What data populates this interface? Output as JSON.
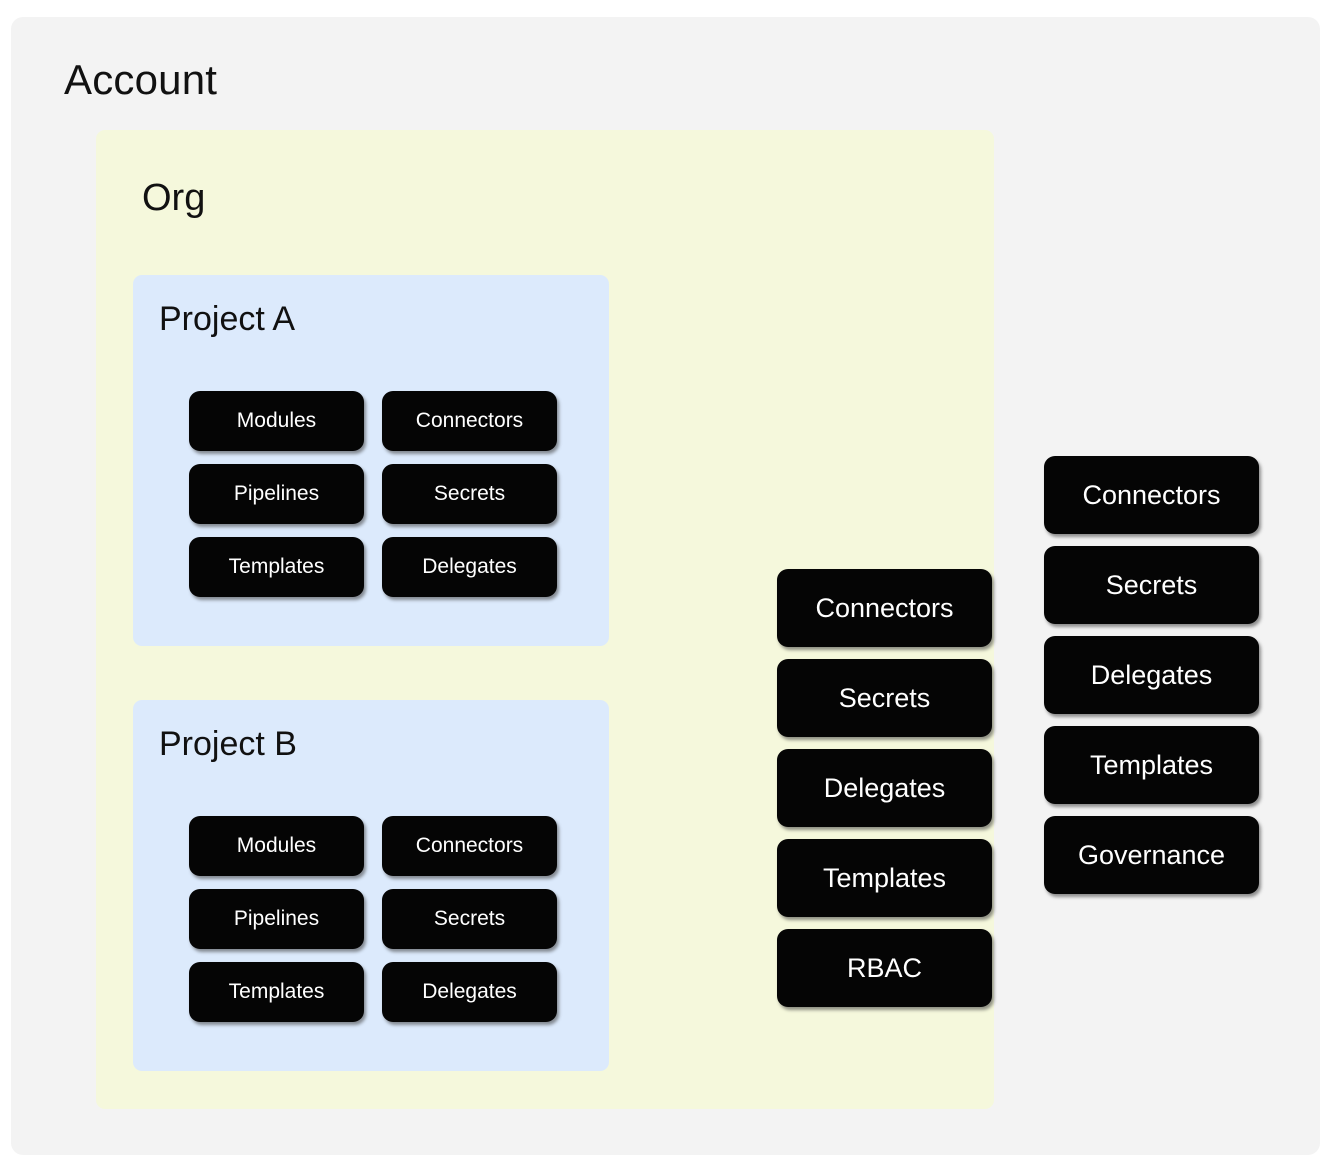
{
  "canvas": {
    "background_color": "#f3f3f3",
    "page_background_color": "#ffffff"
  },
  "account": {
    "title": "Account",
    "scope_resources": [
      {
        "label": "Connectors"
      },
      {
        "label": "Secrets"
      },
      {
        "label": "Delegates"
      },
      {
        "label": "Templates"
      },
      {
        "label": "Governance"
      }
    ]
  },
  "org": {
    "title": "Org",
    "background_color": "#f5f8dc",
    "scope_resources": [
      {
        "label": "Connectors"
      },
      {
        "label": "Secrets"
      },
      {
        "label": "Delegates"
      },
      {
        "label": "Templates"
      },
      {
        "label": "RBAC"
      }
    ]
  },
  "projects": [
    {
      "title": "Project A",
      "background_color": "#dceafc",
      "resources": [
        {
          "label": "Modules"
        },
        {
          "label": "Connectors"
        },
        {
          "label": "Pipelines"
        },
        {
          "label": "Secrets"
        },
        {
          "label": "Templates"
        },
        {
          "label": "Delegates"
        }
      ]
    },
    {
      "title": "Project B",
      "background_color": "#dceafc",
      "resources": [
        {
          "label": "Modules"
        },
        {
          "label": "Connectors"
        },
        {
          "label": "Pipelines"
        },
        {
          "label": "Secrets"
        },
        {
          "label": "Templates"
        },
        {
          "label": "Delegates"
        }
      ]
    }
  ],
  "style": {
    "pill_background_color": "#050505",
    "pill_text_color": "#ffffff",
    "heading_text_color": "#111111"
  }
}
